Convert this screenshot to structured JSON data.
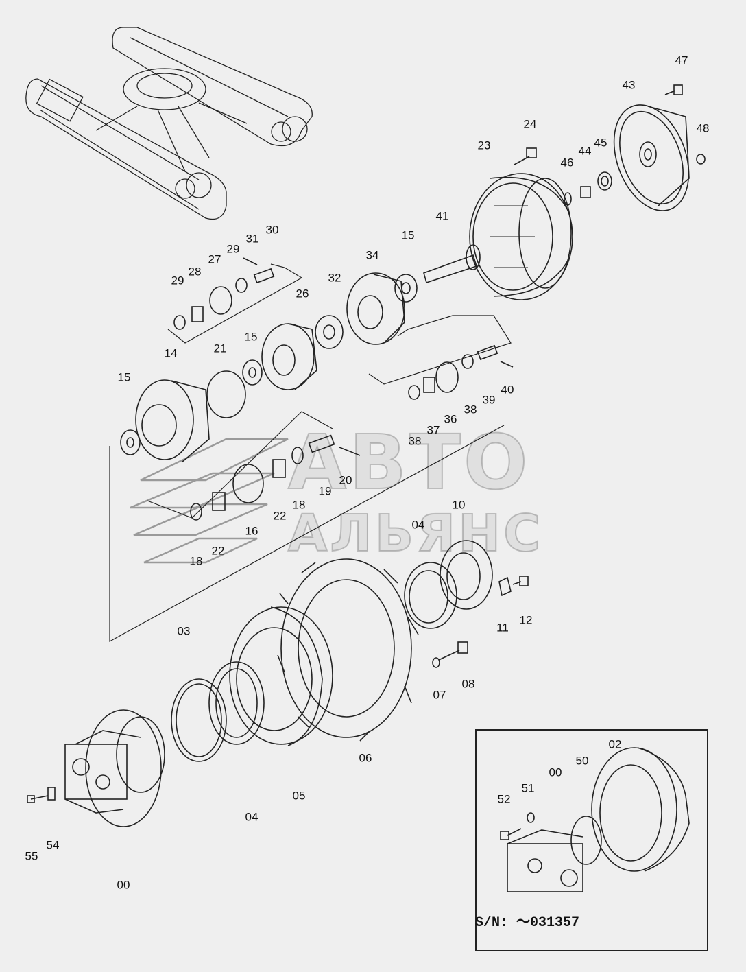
{
  "labels": [
    {
      "id": "p47",
      "text": "47"
    },
    {
      "id": "p43",
      "text": "43"
    },
    {
      "id": "p48",
      "text": "48"
    },
    {
      "id": "p24",
      "text": "24"
    },
    {
      "id": "p23",
      "text": "23"
    },
    {
      "id": "p46",
      "text": "46"
    },
    {
      "id": "p44",
      "text": "44"
    },
    {
      "id": "p45",
      "text": "45"
    },
    {
      "id": "p41",
      "text": "41"
    },
    {
      "id": "p15a",
      "text": "15"
    },
    {
      "id": "p34",
      "text": "34"
    },
    {
      "id": "p31",
      "text": "31"
    },
    {
      "id": "p30",
      "text": "30"
    },
    {
      "id": "p29a",
      "text": "29"
    },
    {
      "id": "p27",
      "text": "27"
    },
    {
      "id": "p29b",
      "text": "29"
    },
    {
      "id": "p28",
      "text": "28"
    },
    {
      "id": "p32",
      "text": "32"
    },
    {
      "id": "p26",
      "text": "26"
    },
    {
      "id": "p15b",
      "text": "15"
    },
    {
      "id": "p21",
      "text": "21"
    },
    {
      "id": "p14",
      "text": "14"
    },
    {
      "id": "p15c",
      "text": "15"
    },
    {
      "id": "p40",
      "text": "40"
    },
    {
      "id": "p39",
      "text": "39"
    },
    {
      "id": "p38a",
      "text": "38"
    },
    {
      "id": "p36",
      "text": "36"
    },
    {
      "id": "p37",
      "text": "37"
    },
    {
      "id": "p38b",
      "text": "38"
    },
    {
      "id": "p20",
      "text": "20"
    },
    {
      "id": "p19",
      "text": "19"
    },
    {
      "id": "p18a",
      "text": "18"
    },
    {
      "id": "p22a",
      "text": "22"
    },
    {
      "id": "p16",
      "text": "16"
    },
    {
      "id": "p22b",
      "text": "22"
    },
    {
      "id": "p18b",
      "text": "18"
    },
    {
      "id": "p10",
      "text": "10"
    },
    {
      "id": "p04a",
      "text": "04"
    },
    {
      "id": "p11",
      "text": "11"
    },
    {
      "id": "p12",
      "text": "12"
    },
    {
      "id": "p03",
      "text": "03"
    },
    {
      "id": "p07",
      "text": "07"
    },
    {
      "id": "p08",
      "text": "08"
    },
    {
      "id": "p06",
      "text": "06"
    },
    {
      "id": "p05",
      "text": "05"
    },
    {
      "id": "p04b",
      "text": "04"
    },
    {
      "id": "p55",
      "text": "55"
    },
    {
      "id": "p54",
      "text": "54"
    },
    {
      "id": "p00a",
      "text": "00"
    },
    {
      "id": "p02",
      "text": "02"
    },
    {
      "id": "p52",
      "text": "52"
    },
    {
      "id": "p51",
      "text": "51"
    },
    {
      "id": "p00b",
      "text": "00"
    },
    {
      "id": "p50",
      "text": "50"
    }
  ],
  "serial_note": "S/N: ～031357",
  "watermark": {
    "line1": "АВТО",
    "line2": "АЛЬЯНС"
  }
}
